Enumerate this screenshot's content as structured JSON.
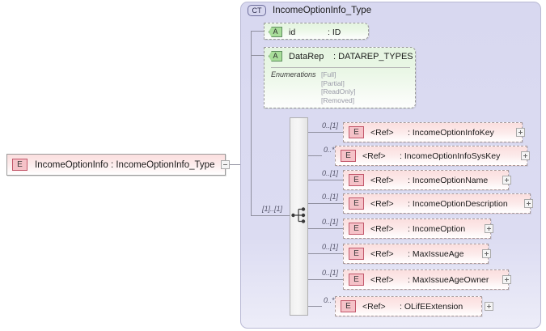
{
  "root_element": {
    "icon": "element-badge",
    "badge": "E",
    "name": "IncomeOptionInfo",
    "separator": ":",
    "type": "IncomeOptionInfo_Type",
    "label": "IncomeOptionInfo  :  IncomeOptionInfo_Type",
    "toggle": "collapse-minus-icon"
  },
  "complex_type": {
    "badge": "CT",
    "title": "IncomeOptionInfo_Type",
    "attributes": [
      {
        "badge": "A",
        "name": "id",
        "type": ": ID"
      },
      {
        "badge": "A",
        "name": "DataRep",
        "type": ": DATAREP_TYPES",
        "facet_label": "Enumerations",
        "enumerations": [
          "[Full]",
          "[Partial]",
          "[ReadOnly]",
          "[Removed]"
        ]
      }
    ],
    "sequence": {
      "icon": "sequence-compositor-icon",
      "cardinality": "[1]..[1]"
    },
    "elements": [
      {
        "badge": "E",
        "ref": "<Ref>",
        "type": ": IncomeOptionInfoKey",
        "cardinality": "0..[1]",
        "expand": "expand-plus-icon"
      },
      {
        "badge": "E",
        "ref": "<Ref>",
        "type": ": IncomeOptionInfoSysKey",
        "cardinality": "0..*",
        "expand": "expand-plus-icon"
      },
      {
        "badge": "E",
        "ref": "<Ref>",
        "type": ": IncomeOptionName",
        "cardinality": "0..[1]",
        "expand": "expand-plus-icon"
      },
      {
        "badge": "E",
        "ref": "<Ref>",
        "type": ": IncomeOptionDescription",
        "cardinality": "0..[1]",
        "expand": "expand-plus-icon"
      },
      {
        "badge": "E",
        "ref": "<Ref>",
        "type": ": IncomeOption",
        "cardinality": "0..[1]",
        "expand": "expand-plus-icon"
      },
      {
        "badge": "E",
        "ref": "<Ref>",
        "type": ": MaxIssueAge",
        "cardinality": "0..[1]",
        "expand": "expand-plus-icon"
      },
      {
        "badge": "E",
        "ref": "<Ref>",
        "type": ": MaxIssueAgeOwner",
        "cardinality": "0..[1]",
        "expand": "expand-plus-icon"
      },
      {
        "badge": "E",
        "ref": "<Ref>",
        "type": ": OLifEExtension",
        "cardinality": "0..*",
        "expand": "expand-plus-icon"
      }
    ]
  },
  "colors": {
    "element_fill": "#fbdede",
    "element_badge": "#f5c2c8",
    "attribute_fill": "#e4f4e0",
    "attribute_badge": "#a8dd9a",
    "panel_fill": "#d8d8f0",
    "connector": "#8f8f9e"
  }
}
